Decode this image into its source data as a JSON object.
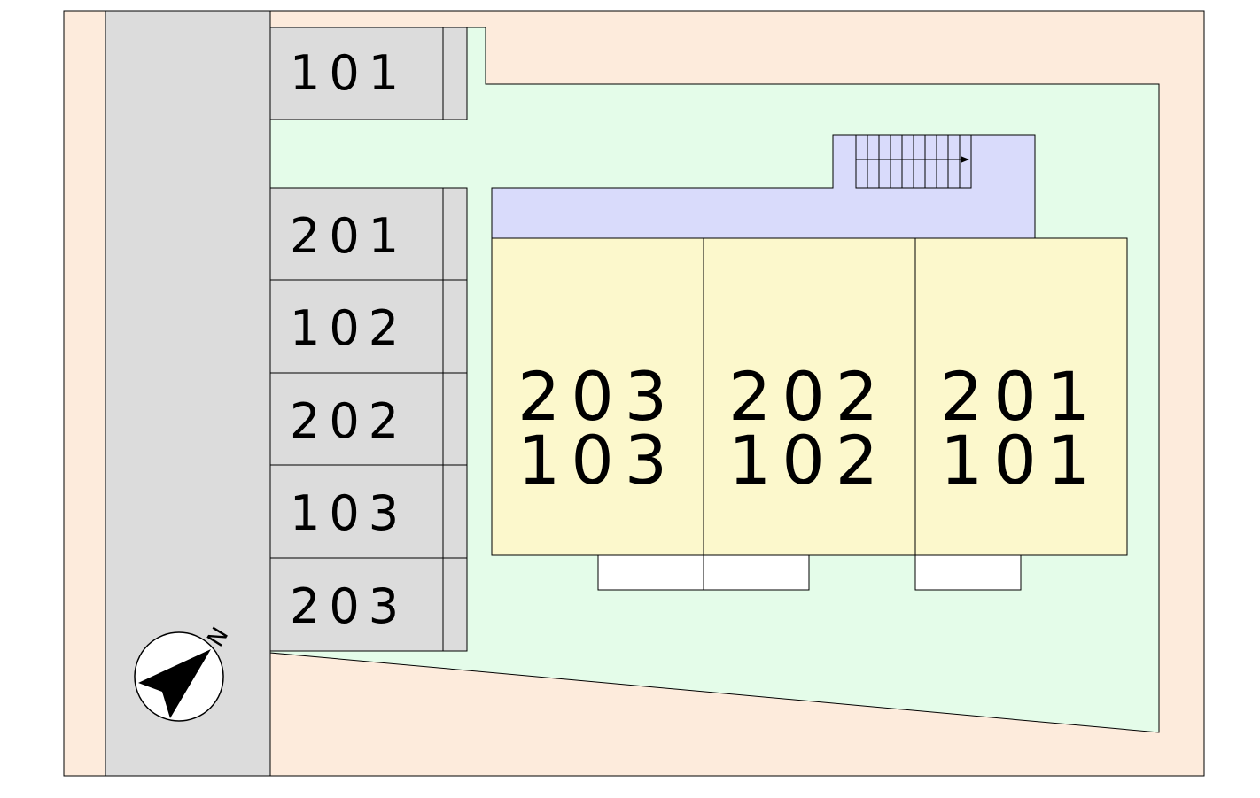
{
  "colors": {
    "surround": "#fdebdc",
    "road": "#dcdcdc",
    "lot": "#e4fce9",
    "parking": "#dcdcdc",
    "corridor": "#d9dbfb",
    "unit": "#fcf8cc",
    "balcony": "#ffffff",
    "line": "#000000"
  },
  "compass": {
    "label": "N",
    "icon": "north-arrow-icon"
  },
  "parking": {
    "spaces": [
      {
        "label": "101"
      },
      {
        "label": "201"
      },
      {
        "label": "102"
      },
      {
        "label": "202"
      },
      {
        "label": "103"
      },
      {
        "label": "203"
      }
    ]
  },
  "building": {
    "units": [
      {
        "upper": "203",
        "lower": "103"
      },
      {
        "upper": "202",
        "lower": "102"
      },
      {
        "upper": "201",
        "lower": "101"
      }
    ],
    "stairs": {
      "icon": "stairs-icon"
    }
  }
}
